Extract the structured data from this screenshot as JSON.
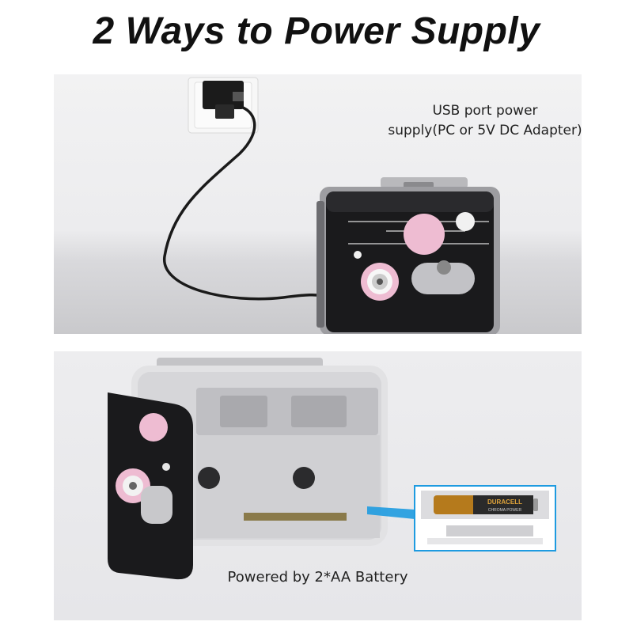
{
  "title": "2 Ways to Power Supply",
  "usb_section": {
    "caption_line1": "USB port power",
    "caption_line2": "supply(PC or 5V DC Adapter)"
  },
  "battery_section": {
    "caption": "Powered by 2*AA Battery",
    "battery_brand": "DURACELL",
    "battery_subtext": "CHROMA POWER"
  },
  "colors": {
    "accent_blue": "#1e9be0",
    "pink": "#eebcd2",
    "player_black": "#1a1a1c"
  }
}
